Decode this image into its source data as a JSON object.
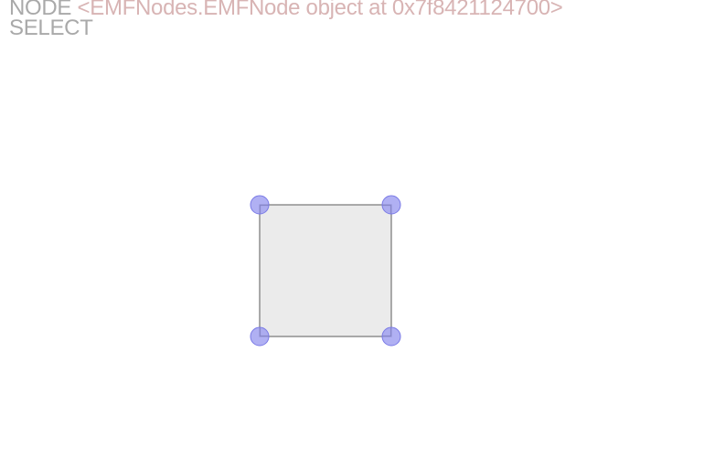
{
  "hud": {
    "node_key": "NODE",
    "node_value": "<EMFNodes.EMFNode object at 0x7f8421124700>",
    "mode_label": "SELECT"
  },
  "shape": {
    "type": "rectangle",
    "fill_color": "#ebebeb",
    "stroke_color": "#7f7f7f",
    "handle_color": "#9c9cf0",
    "handle_stroke": "#7a7ae6",
    "handles": [
      "top-left",
      "top-right",
      "bottom-left",
      "bottom-right"
    ]
  }
}
